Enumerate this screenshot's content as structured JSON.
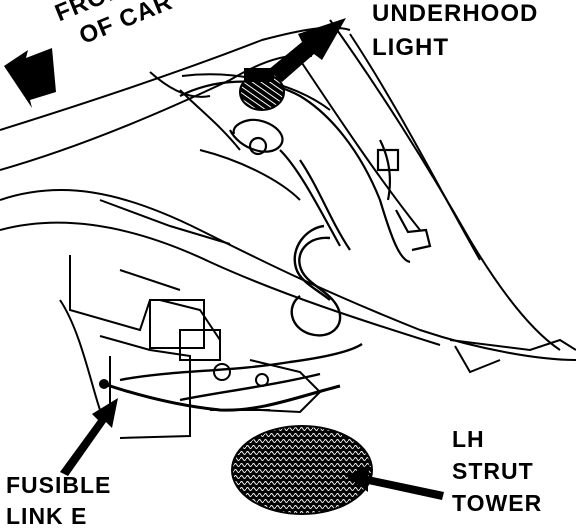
{
  "labels": {
    "front_of_car": [
      "FRONT",
      "OF CAR"
    ],
    "underhood_light": [
      "UNDERHOOD",
      "LIGHT"
    ],
    "fusible_link": [
      "FUSIBLE",
      "LINK E"
    ],
    "lh_strut_tower": [
      "LH",
      "STRUT",
      "TOWER"
    ]
  },
  "colors": {
    "ink": "#000000",
    "paper": "#ffffff"
  }
}
